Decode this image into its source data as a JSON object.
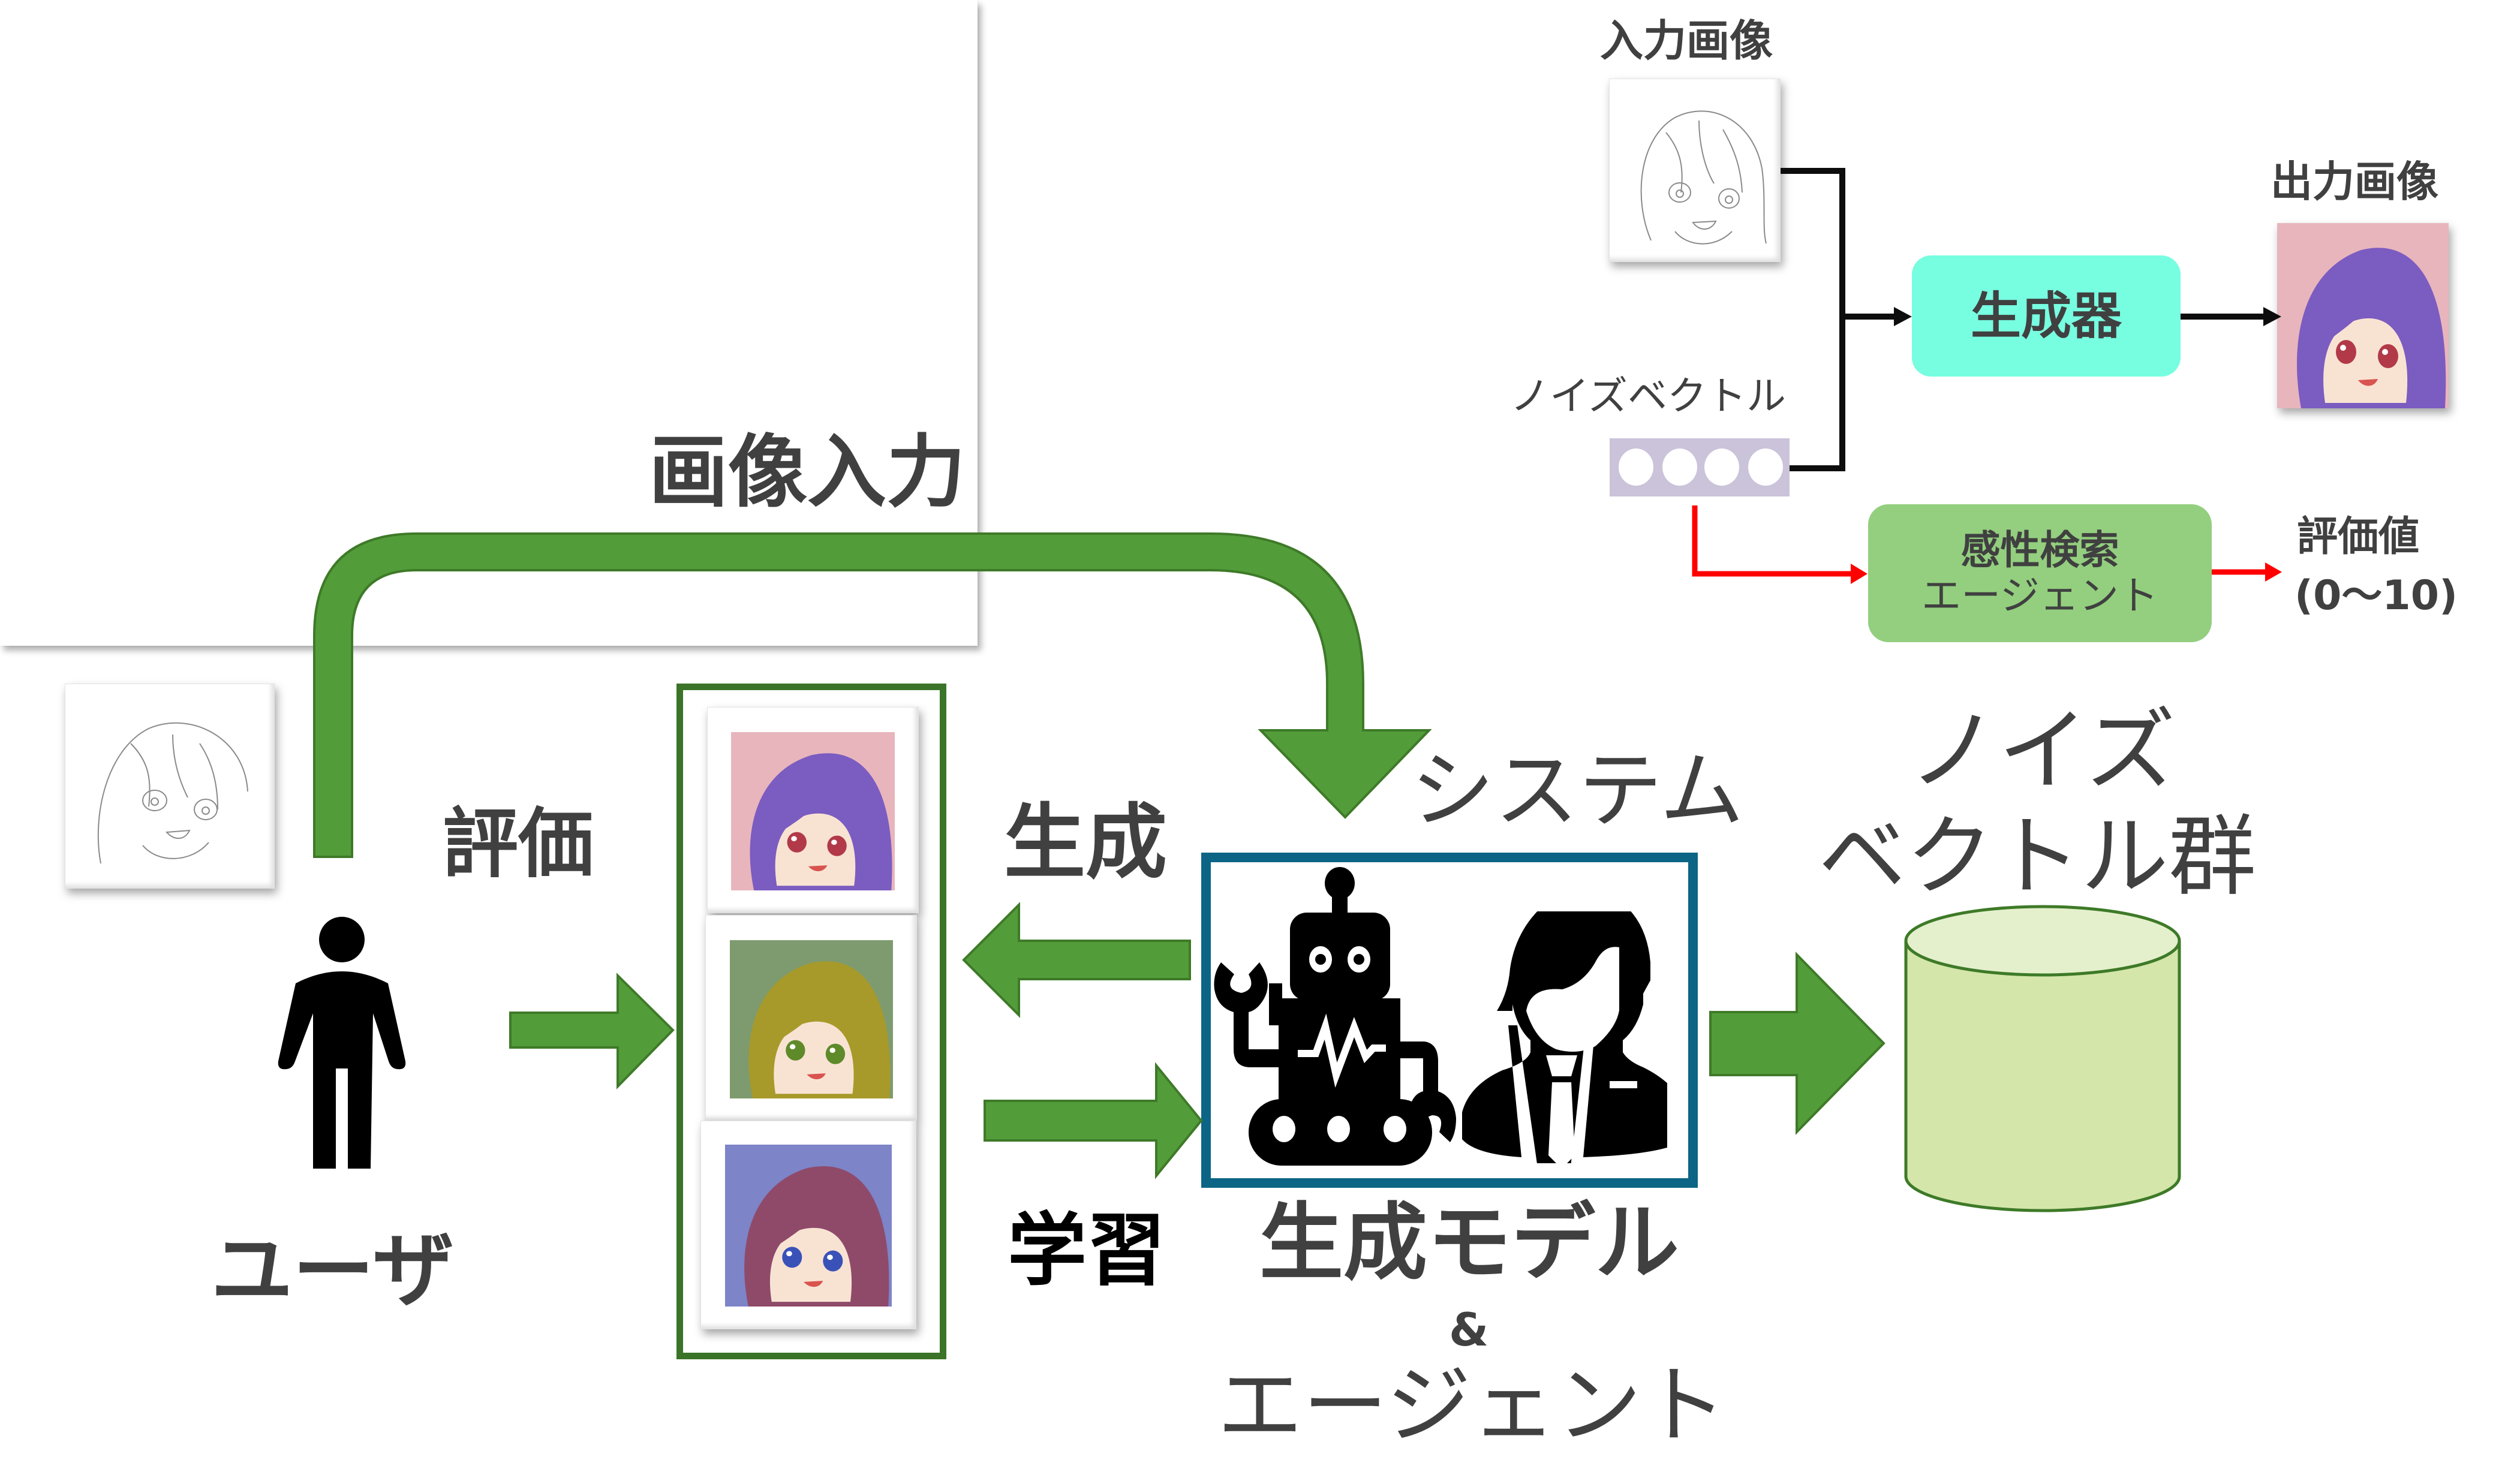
{
  "main": {
    "image_input_label": "画像入力",
    "evaluation_label": "評価",
    "user_label": "ユーザ",
    "generate_label": "生成",
    "learn_label": "学習",
    "system_label": "システム",
    "model_label_line1": "生成モデル",
    "model_label_amp": "&",
    "model_label_line2": "エージェント",
    "noise_group_line1": "ノイズ",
    "noise_group_line2": "ベクトル群",
    "generated_images": [
      {
        "name": "purple-hair-face",
        "hair": "#7b5cc0",
        "bg": "#e8b5bd",
        "eye": "#b23a48"
      },
      {
        "name": "blonde-hair-face",
        "hair": "#a79a2a",
        "bg": "#7e9b6f",
        "eye": "#5f8a2a"
      },
      {
        "name": "auburn-hair-face",
        "hair": "#8f4a6a",
        "bg": "#7d84c8",
        "eye": "#3a52b8"
      }
    ]
  },
  "inset": {
    "input_image_label": "入力画像",
    "noise_vector_label": "ノイズベクトル",
    "noise_vector_nodes": 4,
    "generator_label": "生成器",
    "output_image_label": "出力画像",
    "agent_label_line1": "感性検索",
    "agent_label_line2": "エージェント",
    "score_label": "評価値",
    "score_range": "(0〜10)",
    "output_image": {
      "hair": "#7b5cc0",
      "bg": "#e8b5bd",
      "eye": "#b23a48"
    }
  },
  "colors": {
    "arrow_green": "#539c3a",
    "arrow_green_border": "#3e7a28",
    "frame_green": "#3b7428",
    "system_border": "#0c6584",
    "generator_fill": "#77fde0",
    "agent_fill": "#93cf7f",
    "noise_fill": "#cbc3da",
    "cylinder_fill": "#d4e6aa",
    "cylinder_top": "#e4f0cc",
    "red_line": "#ff0000",
    "text_dark": "#404040"
  }
}
